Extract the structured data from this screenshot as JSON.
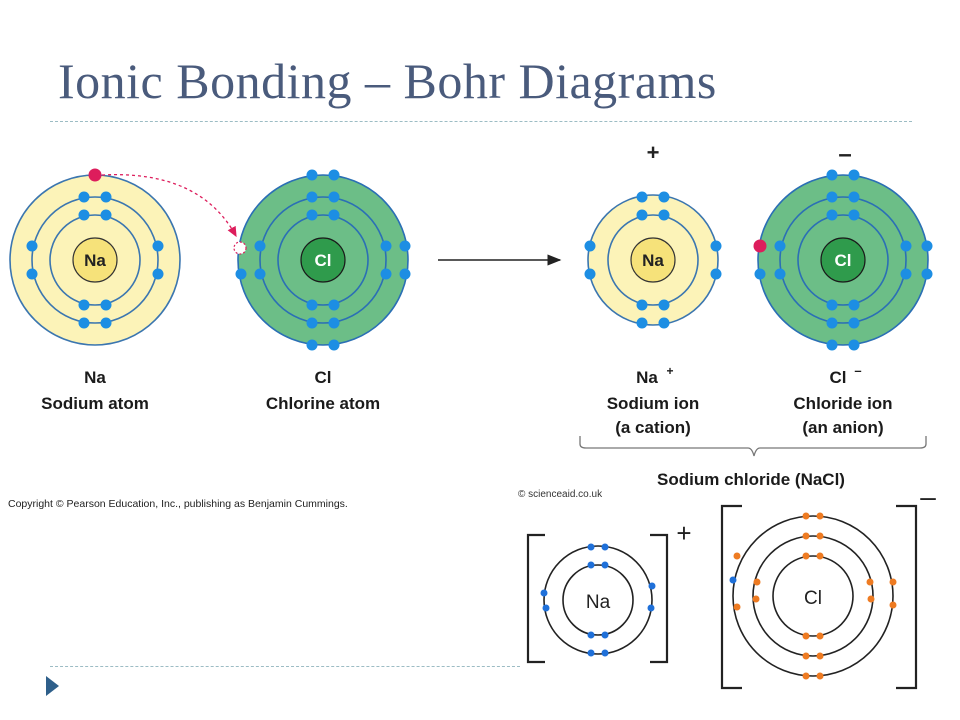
{
  "slide": {
    "title": "Ionic Bonding – Bohr Diagrams"
  },
  "top_figure": {
    "atoms": [
      {
        "symbol": "Na",
        "label": "Na",
        "name": "Sodium atom"
      },
      {
        "symbol": "Cl",
        "label": "Cl",
        "name": "Chlorine atom"
      }
    ],
    "ions": [
      {
        "symbol": "Na",
        "label": "Na",
        "charge": "+",
        "name": "Sodium ion",
        "type": "(a cation)"
      },
      {
        "symbol": "Cl",
        "label": "Cl",
        "charge": "–",
        "name": "Chloride ion",
        "type": "(an anion)"
      }
    ],
    "compound": "Sodium chloride (NaCl)",
    "copyright": "Copyright © Pearson Education, Inc., publishing as Benjamin Cummings.",
    "colors": {
      "sodium_fill": "#fcf3b8",
      "chlorine_fill": "#6cbe87",
      "electron": "#1d8ee3",
      "transferred_electron": "#dd1d5c",
      "nucleus_na": "#f6e27a",
      "nucleus_cl": "#2f9b4c"
    }
  },
  "bottom_figure": {
    "credit": "© scienceaid.co.uk",
    "cation": {
      "symbol": "Na",
      "charge": "+"
    },
    "anion": {
      "symbol": "Cl",
      "charge": "–"
    },
    "colors": {
      "na_electron": "#1f70d9",
      "cl_electron": "#ee7b22"
    }
  }
}
